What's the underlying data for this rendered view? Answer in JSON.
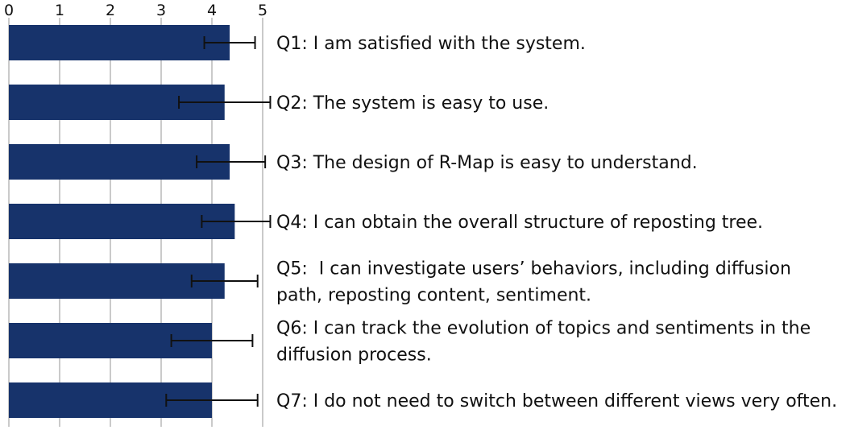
{
  "chart_data": {
    "type": "bar",
    "orientation": "horizontal",
    "xlim": [
      0,
      5
    ],
    "x_ticks": [
      "0",
      "1",
      "2",
      "3",
      "4",
      "5"
    ],
    "x_axis_position": "top",
    "grid": true,
    "bar_color": "#17336b",
    "grid_color": "#a6a6a6",
    "error_bar_color": "#111111",
    "categories": [
      "Q1: I am satisfied with the system.",
      "Q2: The system is easy to use.",
      "Q3: The design of R-Map is easy to understand.",
      "Q4: I can obtain the overall structure of reposting tree.",
      "Q5:  I can investigate users’ behaviors, including diffusion path, reposting content, sentiment.",
      "Q6: I can track the evolution of topics and sentiments in the diffusion process.",
      "Q7: I do not need to switch between different views very often."
    ],
    "label_lines": [
      [
        "Q1: I am satisfied with the system."
      ],
      [
        "Q2: The system is easy to use."
      ],
      [
        "Q3: The design of R-Map is easy to understand."
      ],
      [
        "Q4: I can obtain the overall structure of reposting tree."
      ],
      [
        "Q5:  I can investigate users’ behaviors, including diffusion",
        "path, reposting content, sentiment."
      ],
      [
        "Q6: I can track the evolution of topics and sentiments in the",
        "diffusion process."
      ],
      [
        "Q7: I do not need to switch between different views very often."
      ]
    ],
    "values": [
      4.35,
      4.25,
      4.35,
      4.45,
      4.25,
      4.0,
      4.0
    ],
    "error_low": [
      3.85,
      3.35,
      3.7,
      3.8,
      3.6,
      3.2,
      3.1
    ],
    "error_high": [
      4.85,
      5.15,
      5.05,
      5.15,
      4.9,
      4.8,
      4.9
    ]
  }
}
